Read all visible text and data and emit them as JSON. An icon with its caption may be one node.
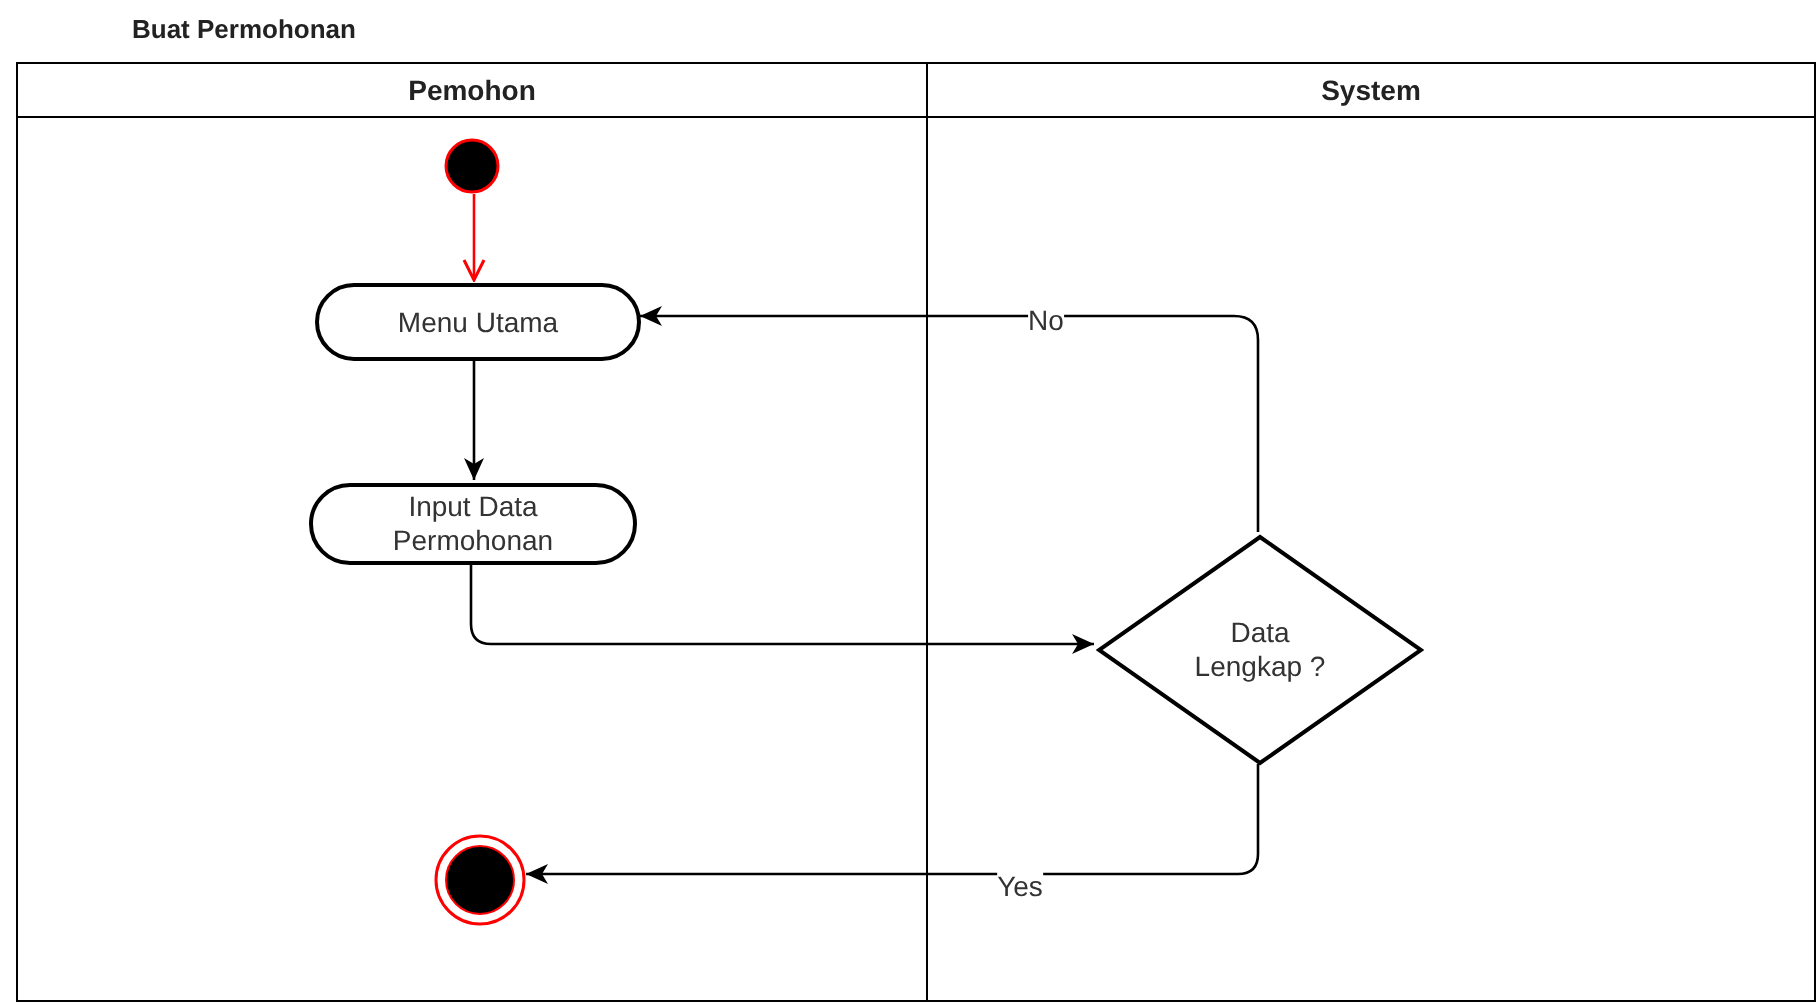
{
  "diagram": {
    "title": "Buat Permohonan",
    "nodes": [
      {
        "text": [
          "Pemohon"
        ]
      },
      {
        "text": [
          "System"
        ]
      },
      {
        "text": [],
        "shape": "circle",
        "in": 0
      },
      {
        "text": [
          "Menu Utama"
        ],
        "in": 0
      },
      {
        "text": [
          "Input Data Permohonan"
        ],
        "in": 0
      },
      {
        "text": [
          "Data Lengkap ?"
        ],
        "in": 1
      },
      {
        "text": [],
        "shape": "bullseye",
        "in": 0
      }
    ],
    "edges": [
      {
        "from": 2,
        "to": 3,
        "arrow": "to",
        "color": "#ff0000"
      },
      {
        "from": 3,
        "to": 4,
        "arrow": "to"
      },
      {
        "from": 4,
        "to": 5,
        "arrow": "to"
      },
      {
        "from": 5,
        "to": 3,
        "arrow": "to",
        "label": "No"
      },
      {
        "from": 5,
        "to": 6,
        "arrow": "to",
        "label": "Yes"
      }
    ]
  }
}
